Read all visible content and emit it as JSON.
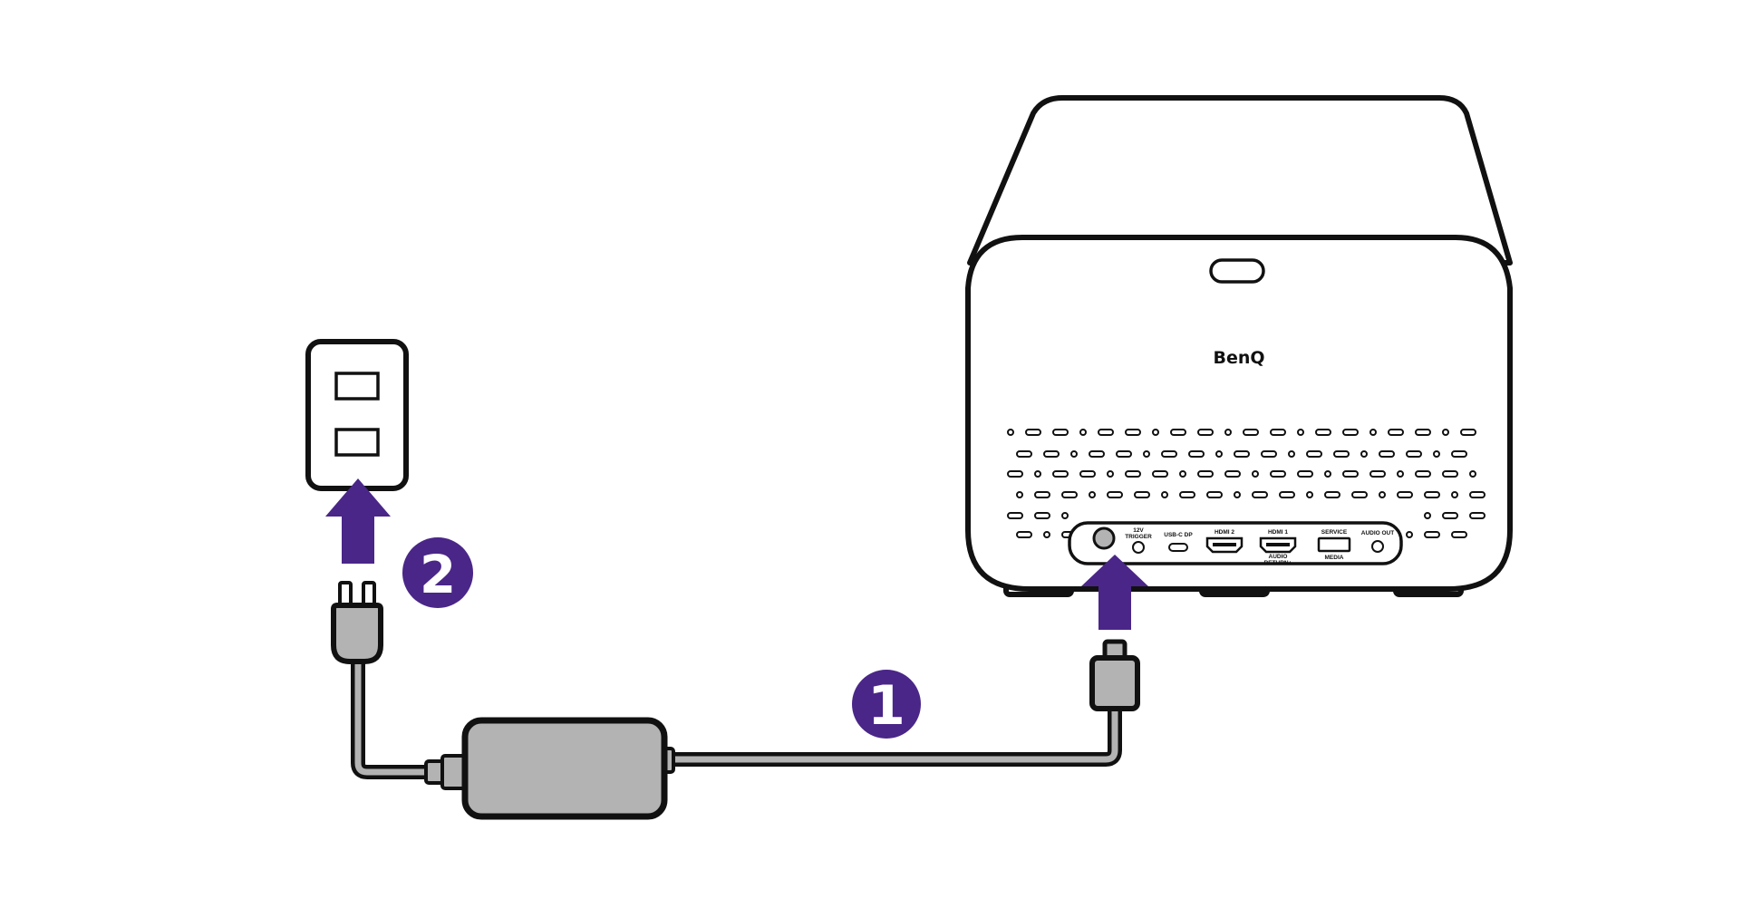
{
  "projector": {
    "brand": "BenQ",
    "ports": {
      "trigger_line1": "12V",
      "trigger_line2": "TRIGGER",
      "usbc": "USB-C DP",
      "hdmi2": "HDMI 2",
      "hdmi1": "HDMI 1",
      "arc_line1": "AUDIO",
      "arc_line2": "RETURN+",
      "service": "SERVICE",
      "media": "MEDIA",
      "audio_out": "AUDIO OUT"
    }
  },
  "steps": [
    {
      "number": "1"
    },
    {
      "number": "2"
    }
  ],
  "colors": {
    "accent": "#4a2688",
    "outline": "#111111",
    "cable": "#b3b3b3",
    "adapter": "#b3b3b3",
    "background": "#ffffff"
  }
}
